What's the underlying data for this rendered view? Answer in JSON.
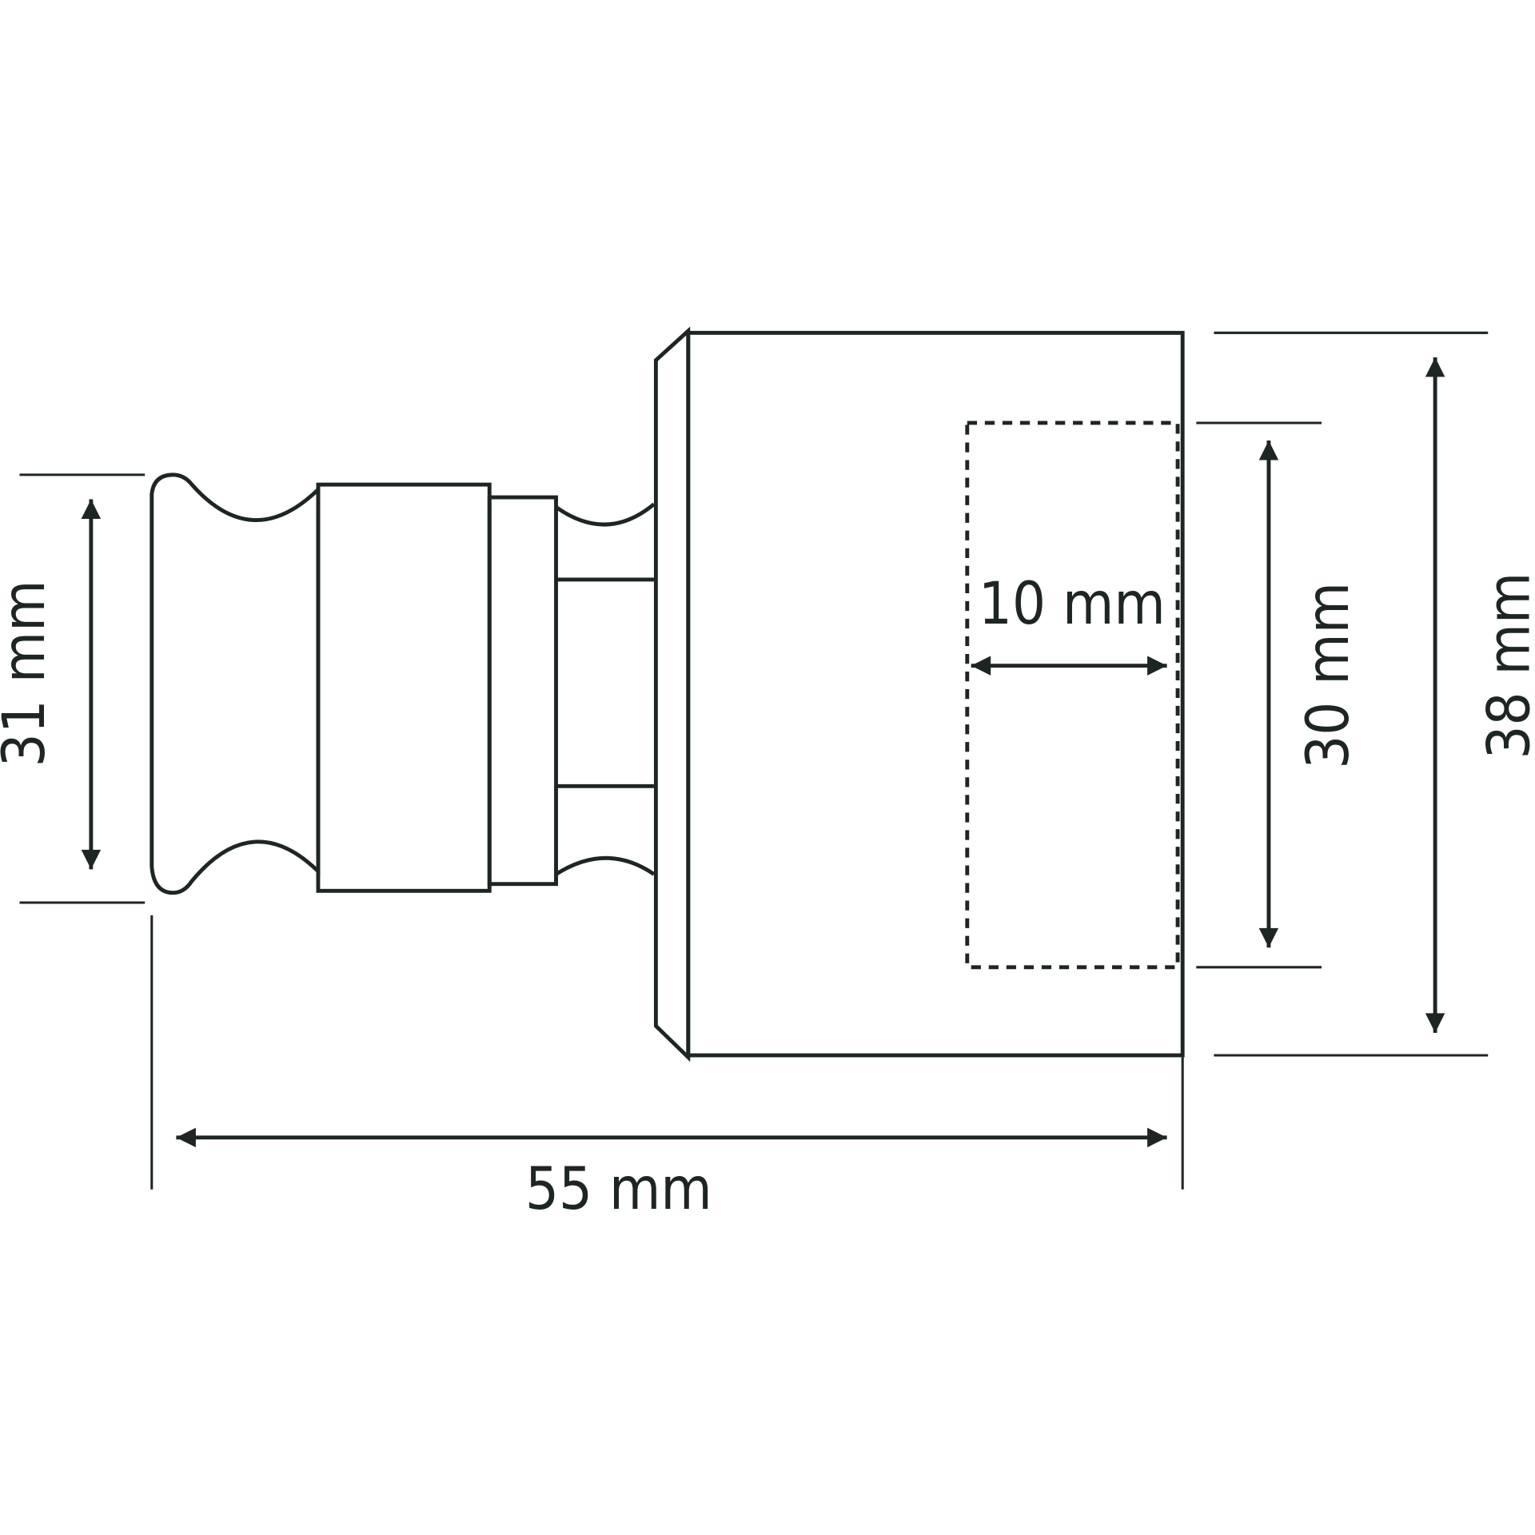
{
  "colors": {
    "line": "#1e2624",
    "background": "#ffffff"
  },
  "dimensions": {
    "small_diameter": "31 mm",
    "total_length": "55 mm",
    "inner_diameter": "30 mm",
    "outer_diameter": "38 mm",
    "socket_depth": "10 mm"
  }
}
